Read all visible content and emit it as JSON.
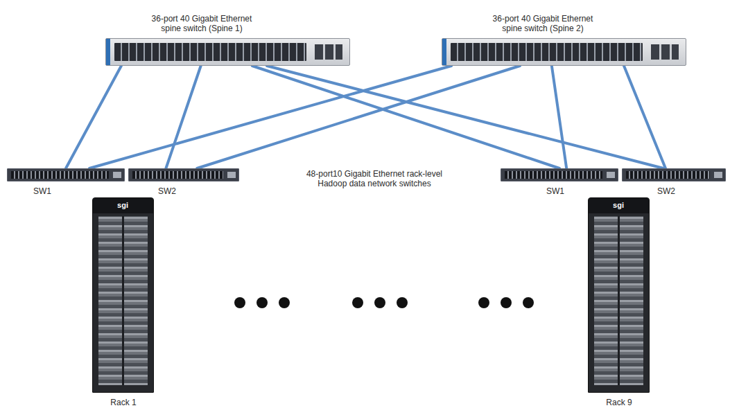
{
  "diagram": {
    "nodes": [
      {
        "text": [
          "36-port 40 Gigabit Ethernet spine switch (Spine 1)"
        ]
      },
      {
        "text": [
          "36-port 40 Gigabit Ethernet spine switch (Spine 2)"
        ]
      },
      {
        "text": [
          "SW1"
        ]
      },
      {
        "text": [
          "SW2"
        ]
      },
      {
        "text": [
          "SW1"
        ]
      },
      {
        "text": [
          "SW2"
        ]
      },
      {
        "text": [
          "Rack 1"
        ]
      },
      {
        "text": [
          "Rack 9"
        ]
      }
    ],
    "edges": [
      {
        "from": 0,
        "to": 2,
        "arrow": "none"
      },
      {
        "from": 0,
        "to": 3,
        "arrow": "none"
      },
      {
        "from": 0,
        "to": 4,
        "arrow": "none"
      },
      {
        "from": 0,
        "to": 5,
        "arrow": "none"
      },
      {
        "from": 1,
        "to": 2,
        "arrow": "none"
      },
      {
        "from": 1,
        "to": 3,
        "arrow": "none"
      },
      {
        "from": 1,
        "to": 4,
        "arrow": "none"
      },
      {
        "from": 1,
        "to": 5,
        "arrow": "none"
      }
    ],
    "labels": [
      "48-port10 Gigabit Ethernet rack-level Hadoop data network switches",
      "sgi",
      "sgi"
    ]
  }
}
